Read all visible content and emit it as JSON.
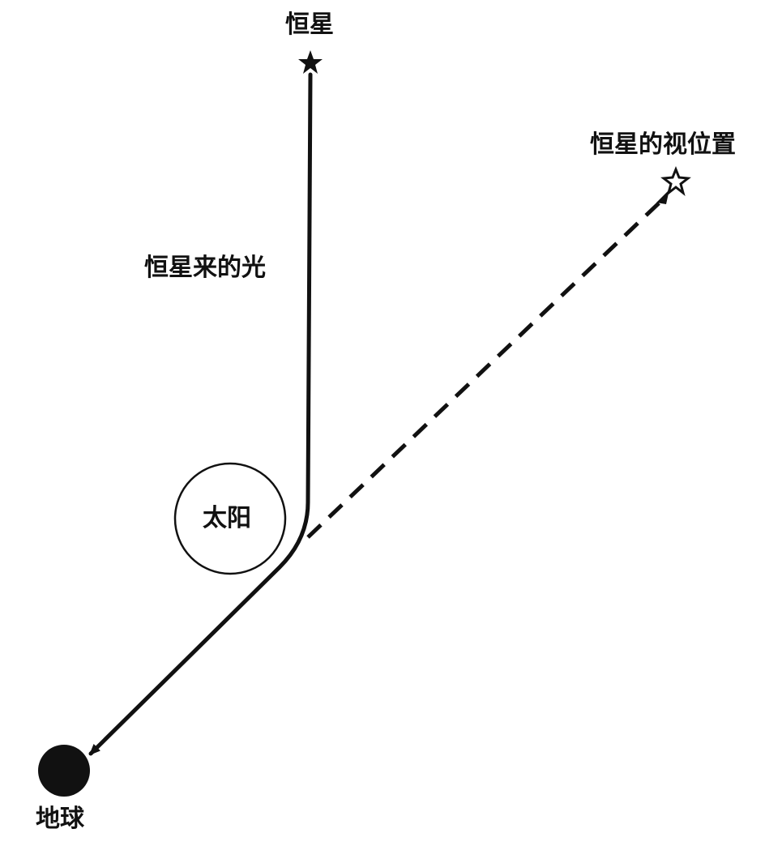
{
  "labels": {
    "star": "恒星",
    "apparent_position": "恒星的视位置",
    "light_from_star": "恒星来的光",
    "sun": "太阳",
    "earth": "地球"
  },
  "colors": {
    "ink": "#111111",
    "background": "#ffffff"
  },
  "icons": {
    "star": "filled-star-icon",
    "apparent_star": "outline-star-icon",
    "earth": "filled-circle-icon",
    "sun": "outline-circle-icon"
  }
}
